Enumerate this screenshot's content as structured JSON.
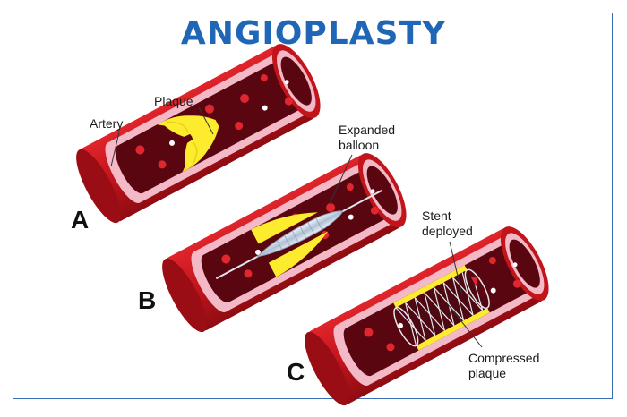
{
  "title": "ANGIOPLASTY",
  "labels": {
    "artery": "Artery",
    "plaque": "Plaque",
    "expanded_balloon_line1": "Expanded",
    "expanded_balloon_line2": "balloon",
    "stent_line1": "Stent",
    "stent_line2": "deployed",
    "compressed_line1": "Compressed",
    "compressed_line2": "plaque"
  },
  "steps": [
    "A",
    "B",
    "C"
  ],
  "colors": {
    "title": "#1f67b6",
    "frame": "#3a6fb5",
    "artery_wall": "#c1141b",
    "artery_dark": "#7d0a10",
    "lining": "#f4b9c7",
    "blood": "#5a0610",
    "cell": "#e0262e",
    "plaque": "#fcec2d"
  }
}
